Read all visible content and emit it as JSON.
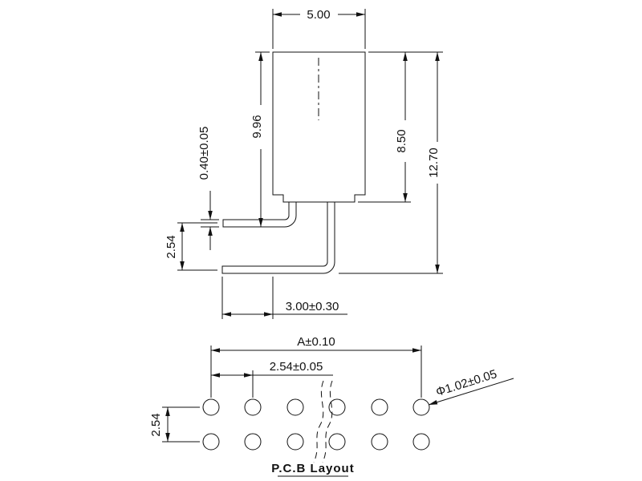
{
  "side_view": {
    "width": "5.00",
    "pin_drop": "9.96",
    "body_height": "8.50",
    "overall_height": "12.70",
    "pin_thickness": "0.40±0.05",
    "row_pitch": "2.54",
    "tail_length": "3.00±0.30"
  },
  "pcb": {
    "span": "A±0.10",
    "hole_pitch": "2.54±0.05",
    "row_pitch": "2.54",
    "hole_diameter": "Φ1.02±0.05",
    "caption": "P.C.B Layout"
  },
  "colors": {
    "line": "#111111",
    "background": "#ffffff"
  }
}
